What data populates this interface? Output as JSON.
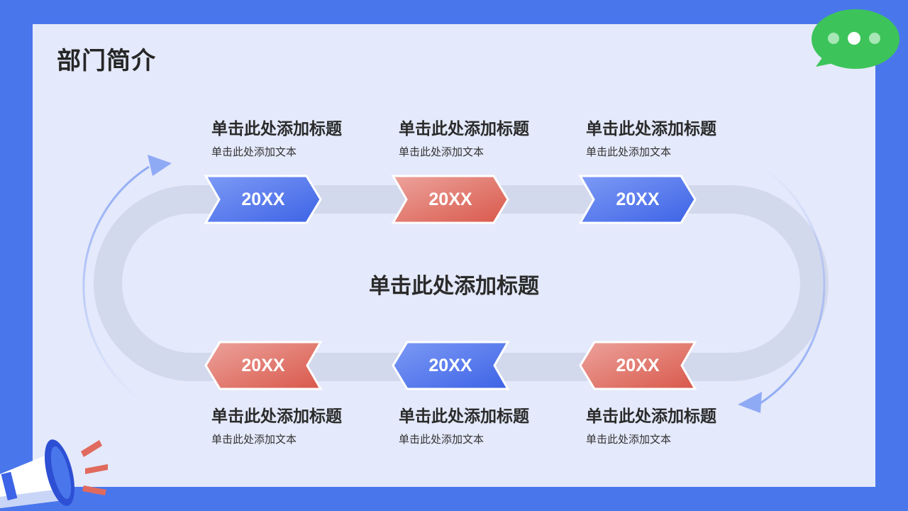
{
  "header": {
    "title": "部门简介"
  },
  "center": {
    "title": "单击此处添加标题"
  },
  "top_items": [
    {
      "title": "单击此处添加标题",
      "text": "单击此处添加文本",
      "year": "20XX",
      "color": "blue"
    },
    {
      "title": "单击此处添加标题",
      "text": "单击此处添加文本",
      "year": "20XX",
      "color": "red"
    },
    {
      "title": "单击此处添加标题",
      "text": "单击此处添加文本",
      "year": "20XX",
      "color": "blue"
    }
  ],
  "bottom_items": [
    {
      "title": "单击此处添加标题",
      "text": "单击此处添加文本",
      "year": "20XX",
      "color": "red"
    },
    {
      "title": "单击此处添加标题",
      "text": "单击此处添加文本",
      "year": "20XX",
      "color": "blue"
    },
    {
      "title": "单击此处添加标题",
      "text": "单击此处添加文本",
      "year": "20XX",
      "color": "red"
    }
  ],
  "colors": {
    "background": "#4a76ec",
    "card": "#e4e9fb",
    "track": "#d3d9ec",
    "blue_start": "#7d9af5",
    "blue_end": "#3d63e6",
    "red_start": "#eca39c",
    "red_end": "#d9584b",
    "chat_bubble": "#3cc45a"
  },
  "icons": {
    "chat": "chat-bubble-icon",
    "megaphone": "megaphone-icon",
    "cycle_arrows": "cycle-arrow-icon"
  }
}
